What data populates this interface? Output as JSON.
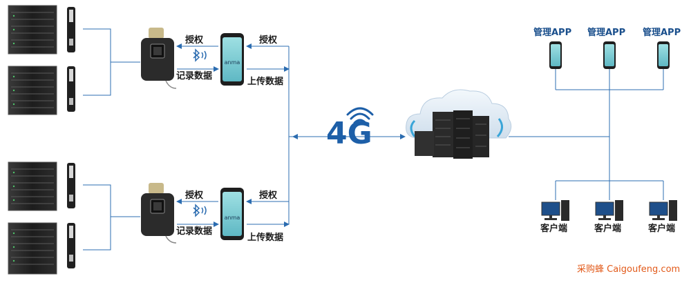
{
  "diagram": {
    "groups": [
      {
        "authorize_label": "授权",
        "record_label": "记录数据",
        "phone_authorize_label": "授权",
        "upload_label": "上传数据",
        "phone_brand": "anma"
      },
      {
        "authorize_label": "授权",
        "record_label": "记录数据",
        "phone_authorize_label": "授权",
        "upload_label": "上传数据",
        "phone_brand": "anma"
      }
    ],
    "network_label": "4G",
    "management_apps": [
      "管理APP",
      "管理APP",
      "管理APP"
    ],
    "clients": [
      "客户端",
      "客户端",
      "客户端"
    ],
    "colors": {
      "line": "#2b6cb0",
      "label": "#1a4f8c",
      "accent": "#1d5fa8",
      "watermark": "#e25a1a",
      "phone_screen": "#7fd0d6",
      "lock_body": "#2b2b2b",
      "cloud": "#dfe9f3"
    }
  },
  "watermark": "采购蜂 Caigoufeng.com"
}
